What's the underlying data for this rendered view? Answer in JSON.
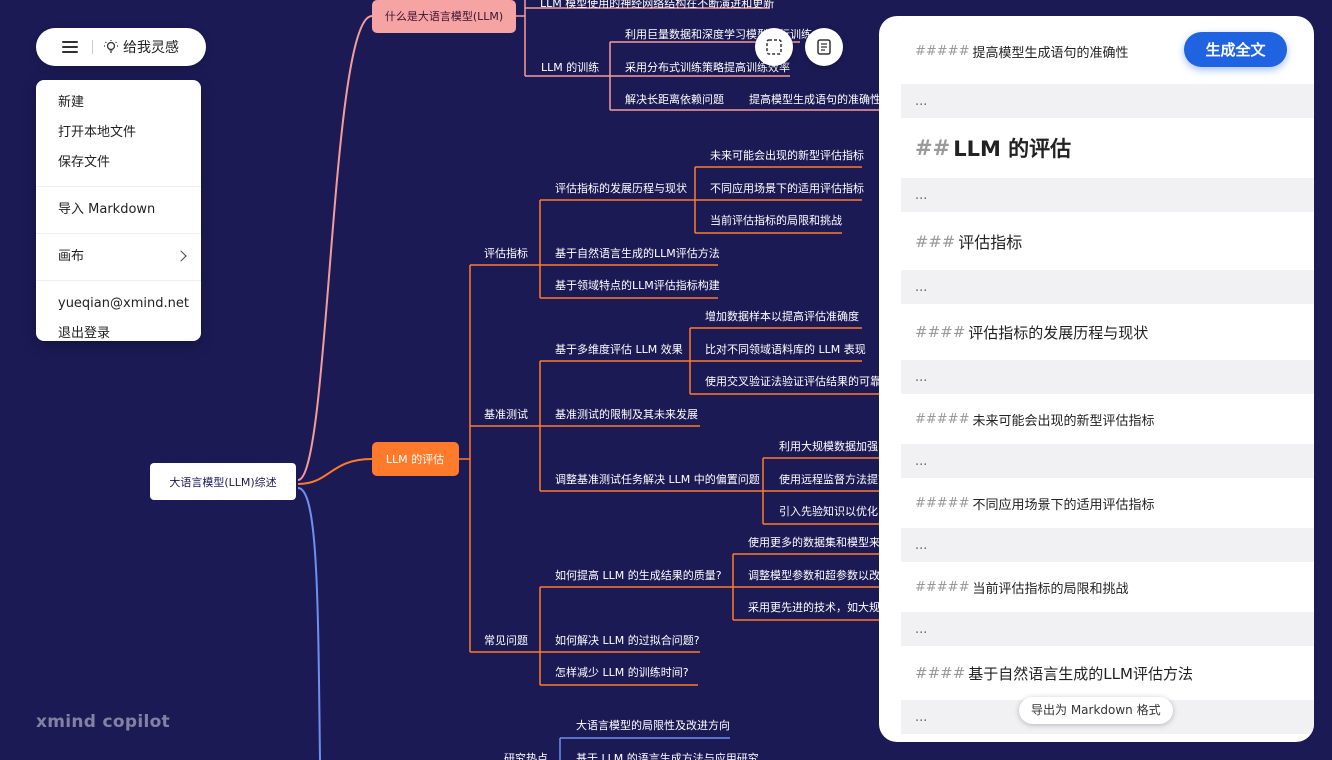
{
  "colors": {
    "background": "#1c1a55",
    "branch_top": "#f39c9c",
    "branch_eval": "#ff7a2a",
    "branch_bottom": "#6f8ff0",
    "primary_button": "#1f63e0"
  },
  "toolbar": {
    "menu_icon": "hamburger-icon",
    "inspire_icon": "lightbulb-icon",
    "inspire_label": "给我灵感"
  },
  "menu": {
    "new": "新建",
    "open_local": "打开本地文件",
    "save": "保存文件",
    "import_md": "导入 Markdown",
    "canvas": "画布",
    "account": "yueqian@xmind.net",
    "logout": "退出登录"
  },
  "brand": "xmind copilot",
  "mindmap": {
    "root": "大语言模型(LLM)综述",
    "topic_what": "什么是大语言模型(LLM)",
    "top_items": [
      "LLM 模型使用的神经网络结构在不断演进和更新",
      "LLM 的训练",
      "利用巨量数据和深度学习模型进行训练",
      "采用分布式训练策略提高训练效率",
      "解决长距离依赖问题",
      "提高模型生成语句的准确性"
    ],
    "topic_eval": "LLM 的评估",
    "eval_group": "评估指标",
    "eval_items": [
      "评估指标的发展历程与现状",
      "未来可能会出现的新型评估指标",
      "不同应用场景下的适用评估指标",
      "当前评估指标的局限和挑战",
      "基于自然语言生成的LLM评估方法",
      "基于领域特点的LLM评估指标构建"
    ],
    "bench_group": "基准测试",
    "bench_items": [
      "基于多维度评估 LLM 效果",
      "增加数据样本以提高评估准确度",
      "比对不同领域语料库的 LLM 表现",
      "使用交叉验证法验证评估结果的可靠性",
      "基准测试的限制及其未来发展",
      "调整基准测试任务解决 LLM 中的偏置问题",
      "利用大规模数据加强LLM",
      "使用远程监督方法提高",
      "引入先验知识以优化"
    ],
    "faq_group": "常见问题",
    "faq_items": [
      "如何提高 LLM 的生成结果的质量?",
      "使用更多的数据集和模型来训练",
      "调整模型参数和超参数以改善",
      "采用更先进的技术，如大规模",
      "如何解决 LLM 的过拟合问题?",
      "怎样减少 LLM 的训练时间?"
    ],
    "research_group": "研究热点",
    "research_items": [
      "大语言模型的局限性及改进方向",
      "基于 LLM 的语言生成方法与应用研究"
    ]
  },
  "float_buttons": {
    "select": "select-frame-icon",
    "doc": "document-icon"
  },
  "panel": {
    "generate_label": "生成全文",
    "export_label": "导出为 Markdown 格式",
    "ellipsis": "...",
    "rows": [
      {
        "hash": "#####",
        "text": "提高模型生成语句的准确性"
      },
      {
        "hash": "##",
        "text": "LLM 的评估"
      },
      {
        "hash": "###",
        "text": "评估指标"
      },
      {
        "hash": "####",
        "text": "评估指标的发展历程与现状"
      },
      {
        "hash": "#####",
        "text": "未来可能会出现的新型评估指标"
      },
      {
        "hash": "#####",
        "text": "不同应用场景下的适用评估指标"
      },
      {
        "hash": "#####",
        "text": "当前评估指标的局限和挑战"
      },
      {
        "hash": "####",
        "text": "基于自然语言生成的LLM评估方法"
      }
    ]
  }
}
